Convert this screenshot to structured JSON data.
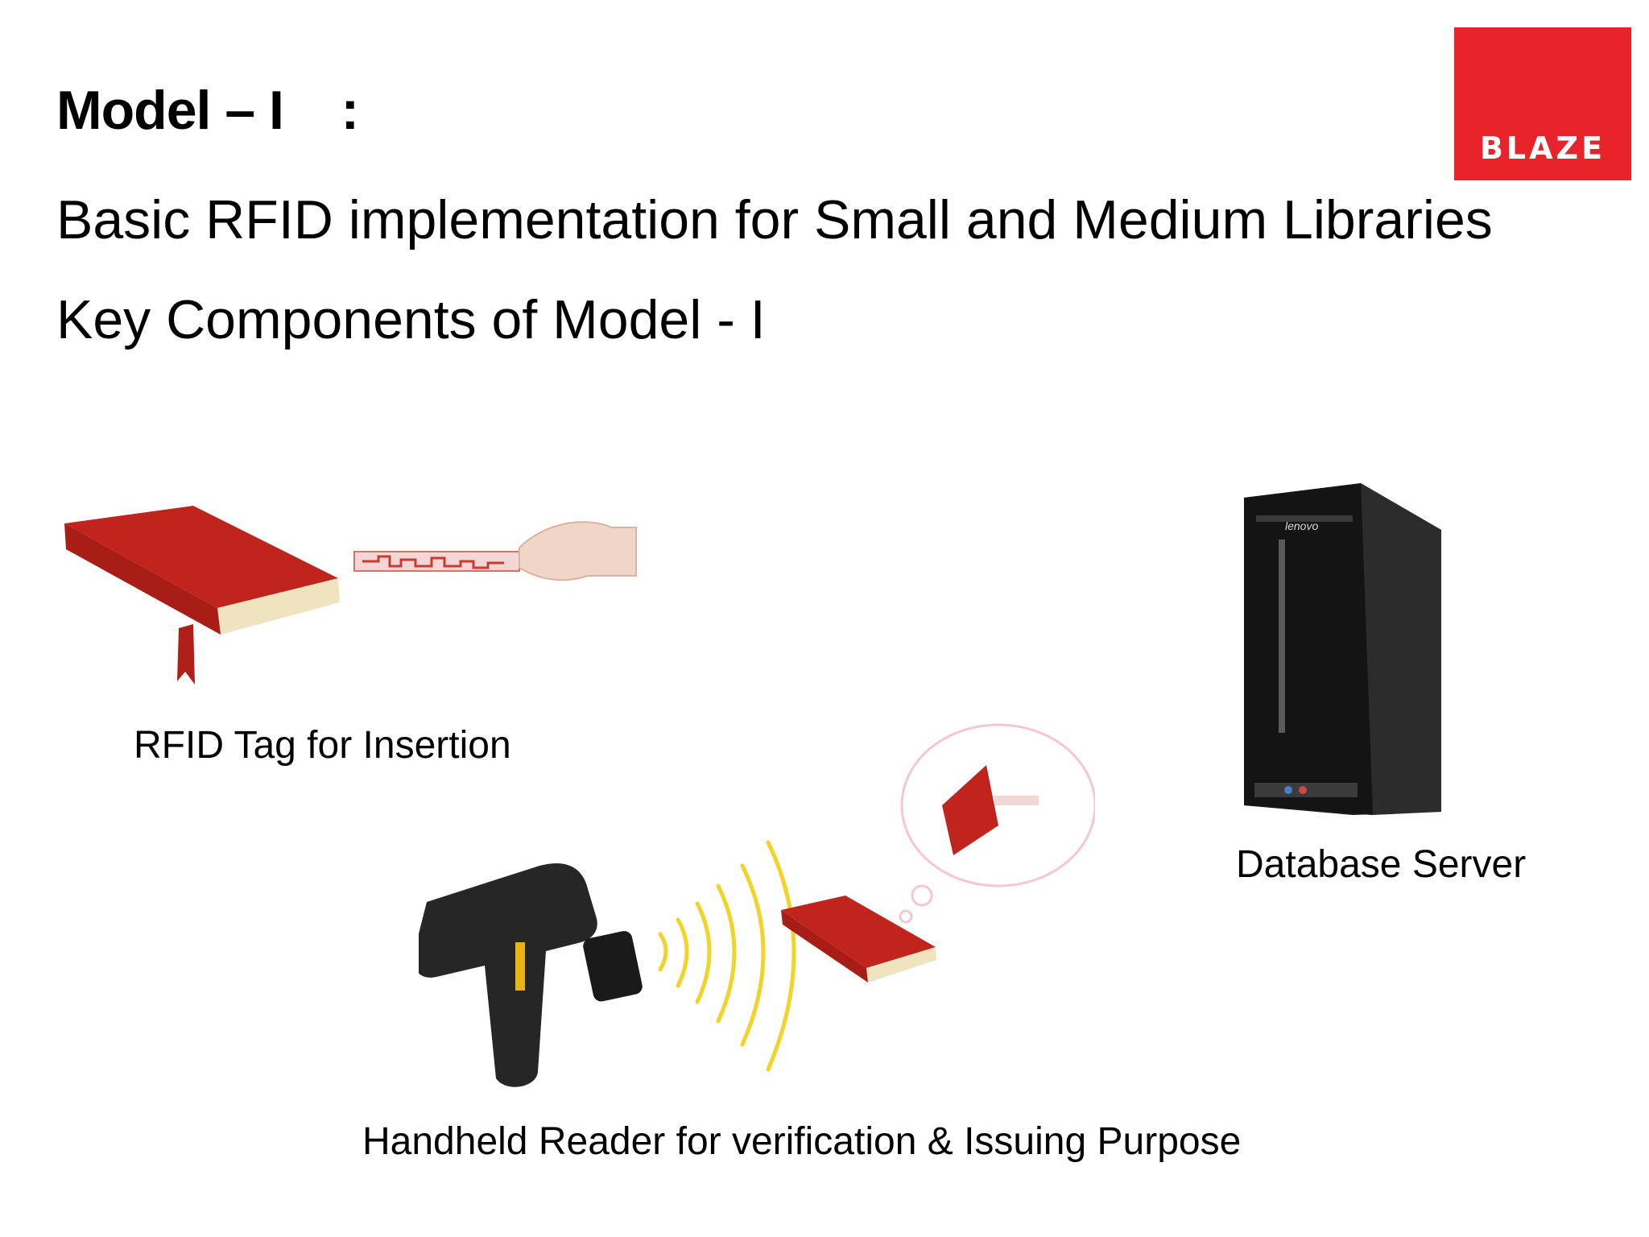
{
  "slide": {
    "title": "Model – I    :",
    "subtitle": "Basic RFID implementation for Small and Medium Libraries",
    "key_components": "Key Components of Model - I"
  },
  "logo": {
    "text": "BLAZE",
    "color": "#e8242a"
  },
  "captions": {
    "rfid_tag": "RFID Tag for Insertion",
    "database_server": "Database Server",
    "handheld_reader": "Handheld Reader for verification & Issuing Purpose"
  },
  "illustration_labels": {
    "server_brand": "lenovo"
  },
  "icons": {
    "book": "red-book-icon",
    "tag": "rfid-tag-icon",
    "server": "desktop-tower-icon",
    "reader": "handheld-scanner-icon",
    "waves": "radio-waves-icon",
    "thought": "thought-bubble-icon"
  },
  "colors": {
    "book_red": "#c0241c",
    "wave_yellow": "#f2d327",
    "server_black": "#161616"
  }
}
